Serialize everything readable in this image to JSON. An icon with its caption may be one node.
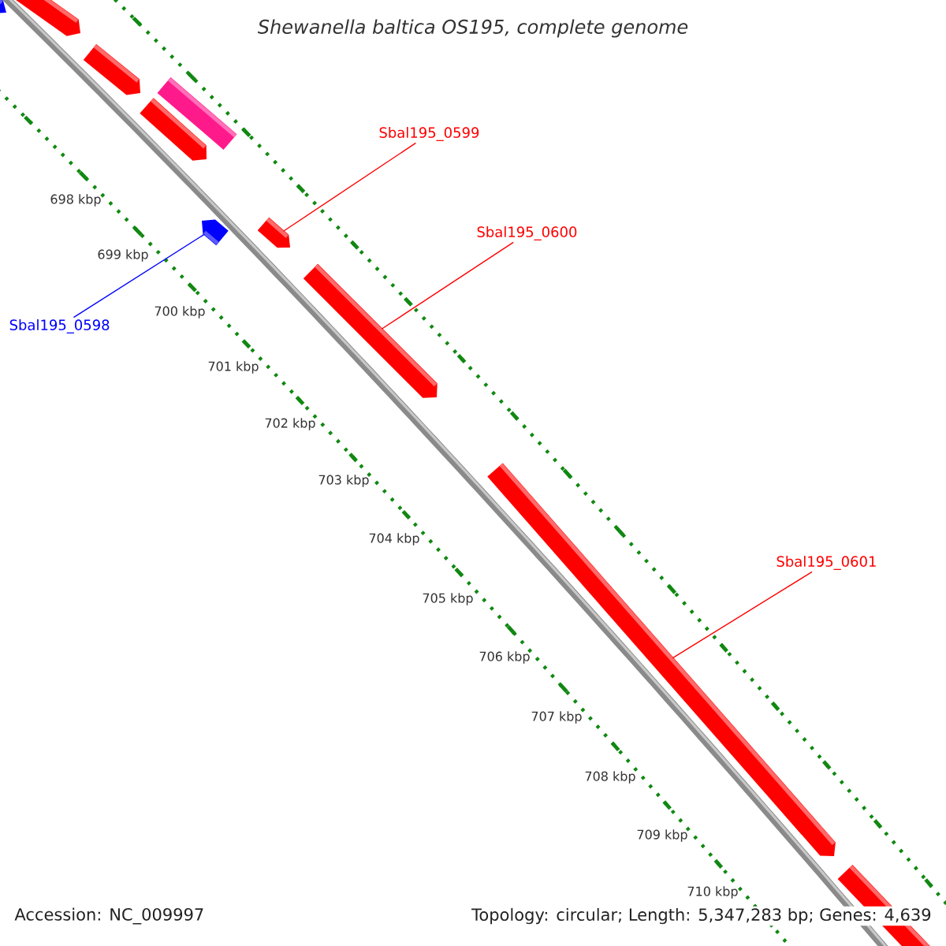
{
  "diagram": {
    "title": "Shewanella baltica OS195, complete genome",
    "nodes": [
      {
        "text": [
          "Sbal195_0599"
        ]
      },
      {
        "text": [
          "Sbal195_0600"
        ]
      },
      {
        "text": [
          "Sbal195_0598"
        ]
      },
      {
        "text": [
          "Sbal195_0601"
        ]
      },
      {
        "text": [],
        "shape": "pentagon"
      },
      {
        "text": [],
        "shape": "pentagon"
      },
      {
        "text": [],
        "shape": "pentagon"
      },
      {
        "text": [],
        "shape": "box"
      },
      {
        "text": [],
        "shape": "pentagon"
      },
      {
        "text": [],
        "shape": "pentagon"
      },
      {
        "text": [],
        "shape": "pentagon"
      },
      {
        "text": [],
        "shape": "pentagon"
      },
      {
        "text": [],
        "shape": "pentagon"
      },
      {
        "text": [],
        "shape": "pentagon"
      }
    ],
    "edges": [
      {
        "from": 0,
        "to": 10,
        "arrow": "none"
      },
      {
        "from": 1,
        "to": 11,
        "arrow": "none"
      },
      {
        "from": 2,
        "to": 9,
        "arrow": "none",
        "color": "#0000ff"
      },
      {
        "from": 3,
        "to": 12,
        "arrow": "none"
      }
    ],
    "labels": [
      "698 kbp",
      "699 kbp",
      "700 kbp",
      "701 kbp",
      "702 kbp",
      "703 kbp",
      "704 kbp",
      "705 kbp",
      "706 kbp",
      "707 kbp",
      "708 kbp",
      "709 kbp",
      "710 kbp",
      "Accession: NC_009997",
      "Topology: circular; Length: 5,347,283 bp; Genes: 4,639"
    ]
  }
}
